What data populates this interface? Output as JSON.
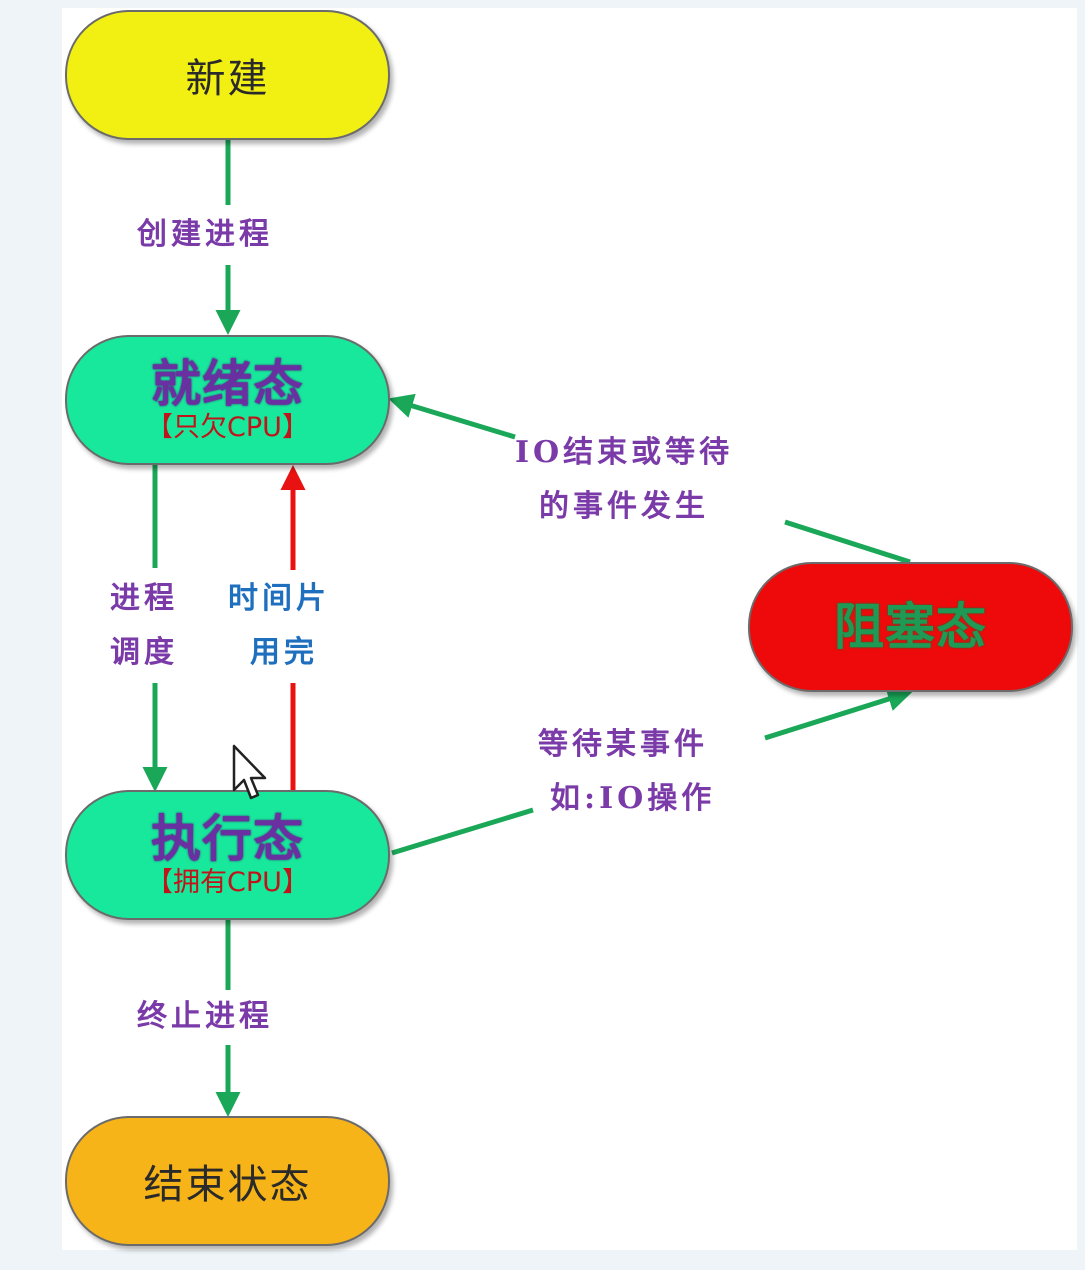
{
  "nodes": {
    "new": {
      "label": "新建",
      "color": "#f2ef12"
    },
    "ready": {
      "label": "就绪态",
      "sub": "【只欠CPU】",
      "color": "#17e89b"
    },
    "running": {
      "label": "执行态",
      "sub": "【拥有CPU】",
      "color": "#17e89b"
    },
    "blocked": {
      "label": "阻塞态",
      "color": "#ee0a0a",
      "text_color": "#1e9a55"
    },
    "end": {
      "label": "结束状态",
      "color": "#f7b418"
    }
  },
  "edges": {
    "create": {
      "label": "创建进程",
      "color": "#1aa858"
    },
    "dispatch": {
      "line1": "进程",
      "line2": "调度",
      "color": "#1aa858"
    },
    "timeout": {
      "line1": "时间片",
      "line2": "用完",
      "color": "#e81212"
    },
    "wakeup": {
      "line1": "IO结束或等待",
      "line2": "的事件发生",
      "color": "#1aa858"
    },
    "wait": {
      "line1": "等待某事件",
      "line2": "如:IO操作",
      "color": "#1aa858"
    },
    "terminate": {
      "label": "终止进程",
      "color": "#1aa858"
    }
  }
}
